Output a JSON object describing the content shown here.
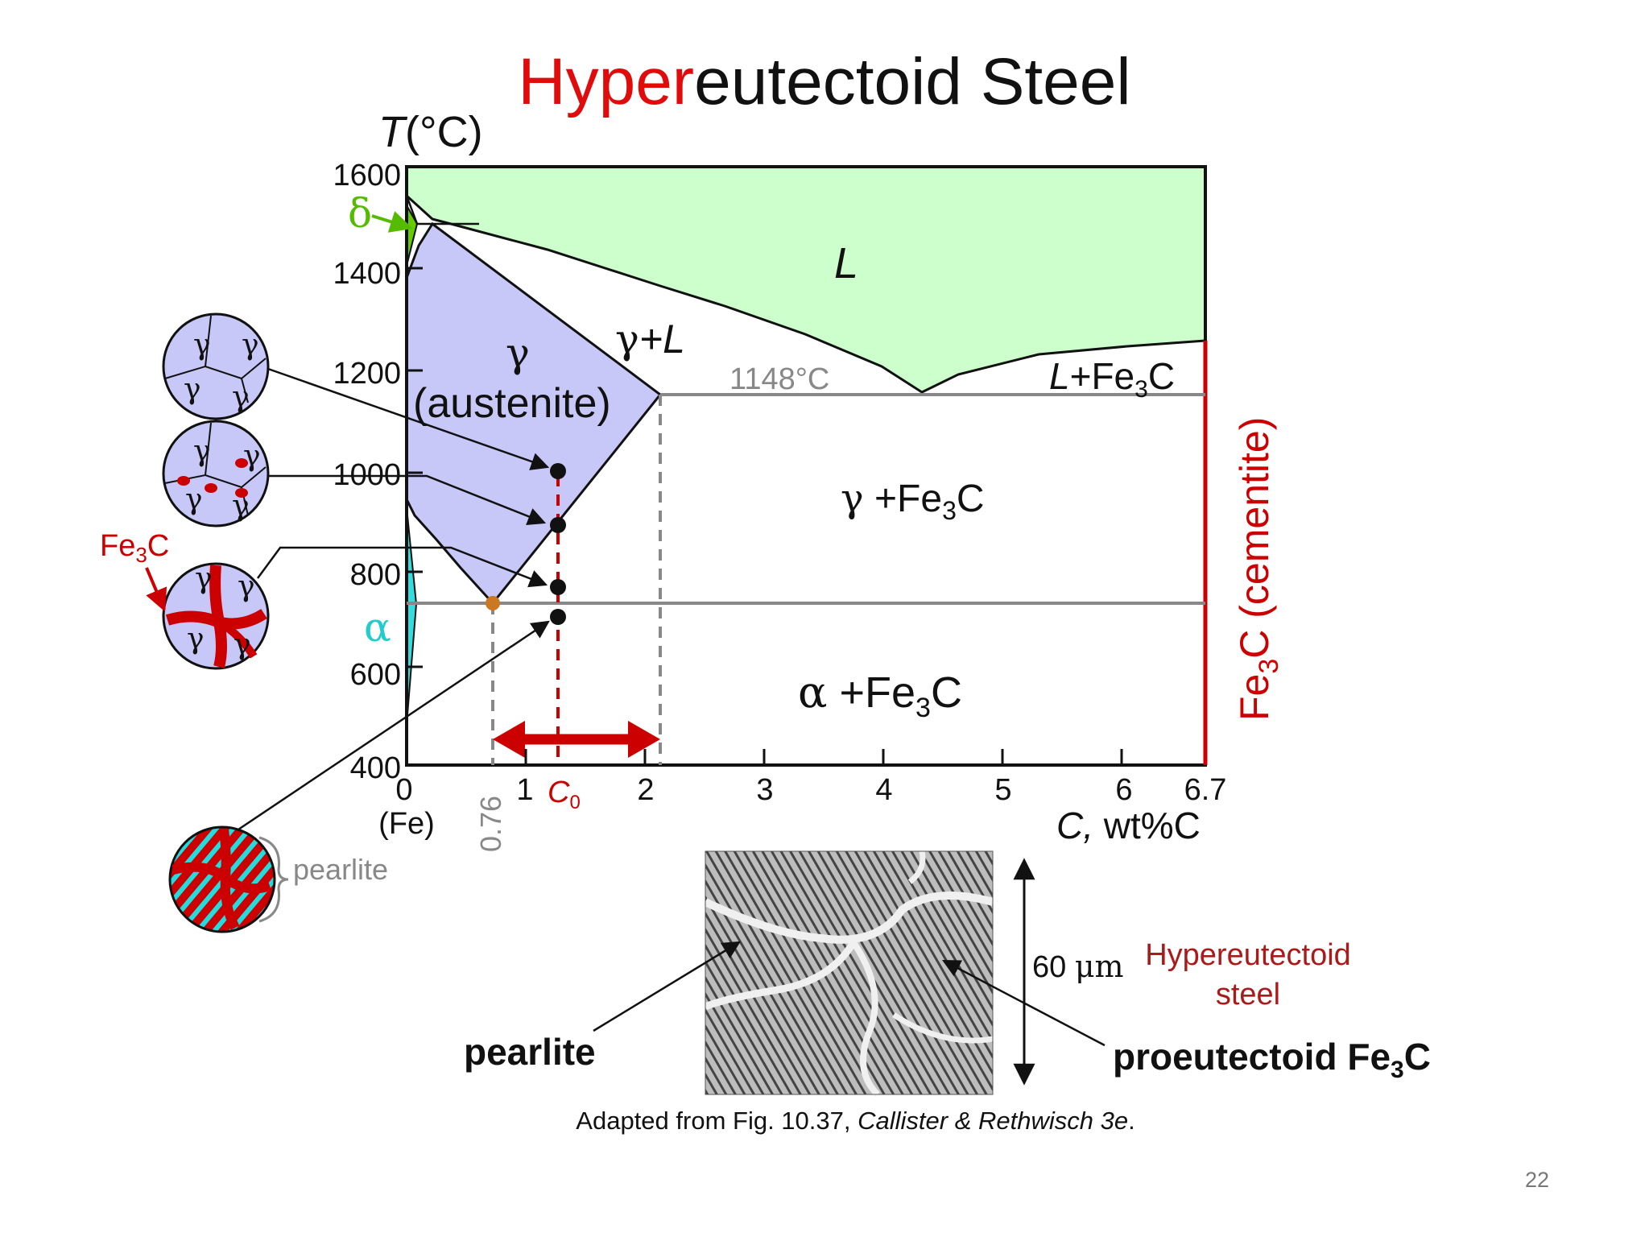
{
  "title": {
    "prefix": "Hyper",
    "rest": "eutectoid Steel"
  },
  "axes": {
    "y_label_T": "T",
    "y_label_unit": "(°C)",
    "y_ticks": [
      "1600",
      "1400",
      "1200",
      "1000",
      "800",
      "600",
      "400"
    ],
    "x_ticks": [
      "0",
      "1",
      "2",
      "3",
      "4",
      "5",
      "6",
      "6.7"
    ],
    "x_fe": "(Fe)",
    "x_label_C": "C,",
    "x_label_unit": " wt%C",
    "c0_letter": "C",
    "c0_sub": "0",
    "eutectoid_comp": "0.76",
    "ylim": [
      400,
      1600
    ],
    "xlim": [
      0,
      6.7
    ]
  },
  "regions": {
    "liquid": "L",
    "gamma_symbol": "γ",
    "austenite": "(austenite)",
    "gamma_plus_L_g": "γ",
    "gamma_plus_L_rest": "+L",
    "eutectic_temp": "1148°C",
    "L_plus_Fe3C": {
      "a": "L",
      "b": "+Fe",
      "sub": "3",
      "c": "C"
    },
    "gamma_plus_Fe3C": {
      "a": "γ",
      "b": " +Fe",
      "sub": "3",
      "c": "C"
    },
    "alpha_plus_Fe3C": {
      "a": "α",
      "b": " +Fe",
      "sub": "3",
      "c": "C"
    },
    "cementite": {
      "a": "Fe",
      "sub": "3",
      "c": "C (cementite)"
    },
    "delta": "δ",
    "alpha": "α"
  },
  "left_labels": {
    "fe3c": {
      "a": "Fe",
      "sub": "3",
      "c": "C"
    },
    "pearlite": "pearlite",
    "gamma": "γ"
  },
  "micrograph": {
    "scale": "60 ",
    "scale_unit": "μm",
    "label_line1": "Hypereutectoid",
    "label_line2": "steel",
    "pearlite": "pearlite",
    "proeutectoid": {
      "a": "proeutectoid Fe",
      "sub": "3",
      "c": "C"
    }
  },
  "caption": {
    "prefix": "Adapted from Fig. 10.37, ",
    "italic": "Callister & Rethwisch 3e",
    "suffix": "."
  },
  "page_number": "22",
  "colors": {
    "title_highlight": "#e00b0b",
    "liquid": "#ccffcc",
    "austenite": "#c8c8f8",
    "delta": "#66cc00",
    "alpha": "#33dddd",
    "cementite": "#cc0000",
    "arrow_red": "#cc0000",
    "eutectoid_dot": "#cc7722"
  },
  "chart_data": {
    "type": "phase-diagram",
    "x_axis": "C, wt%C",
    "y_axis": "T(°C)",
    "xlim": [
      0,
      6.7
    ],
    "ylim": [
      400,
      1600
    ],
    "eutectic": {
      "T": 1148,
      "C": 4.3
    },
    "eutectoid": {
      "T": 727,
      "C": 0.76
    },
    "max_gamma_solubility": {
      "T": 1148,
      "C": 2.14
    },
    "alloy_C0": 1.3,
    "cooling_points_T": [
      1000,
      890,
      765,
      700
    ]
  }
}
